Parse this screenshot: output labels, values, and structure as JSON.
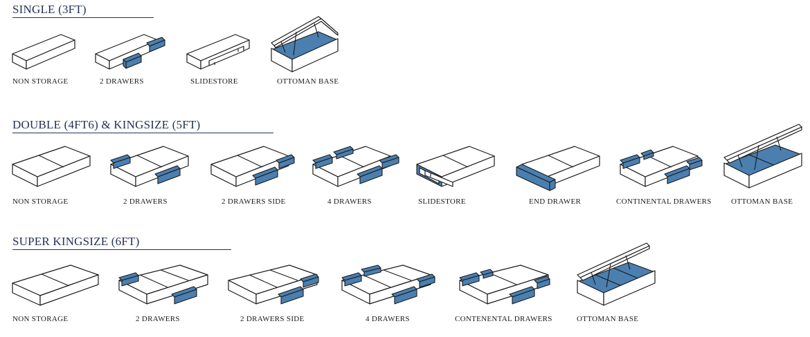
{
  "colors": {
    "drawer": "#4a7fb0",
    "title": "#243056"
  },
  "sections": [
    {
      "title": "SINGLE (3FT)",
      "items": [
        "NON STORAGE",
        "2 DRAWERS",
        "SLIDESTORE",
        "OTTOMAN BASE"
      ]
    },
    {
      "title": "DOUBLE (4FT6) & KINGSIZE (5FT)",
      "items": [
        "NON STORAGE",
        "2 DRAWERS",
        "2 DRAWERS SIDE",
        "4 DRAWERS",
        "SLIDESTORE",
        "END DRAWER",
        "CONTINENTAL DRAWERS",
        "OTTOMAN BASE"
      ]
    },
    {
      "title": "SUPER KINGSIZE (6FT)",
      "items": [
        "NON STORAGE",
        "2 DRAWERS",
        "2 DRAWERS SIDE",
        "4 DRAWERS",
        "CONTENENTAL DRAWERS",
        "OTTOMAN BASE"
      ]
    }
  ]
}
